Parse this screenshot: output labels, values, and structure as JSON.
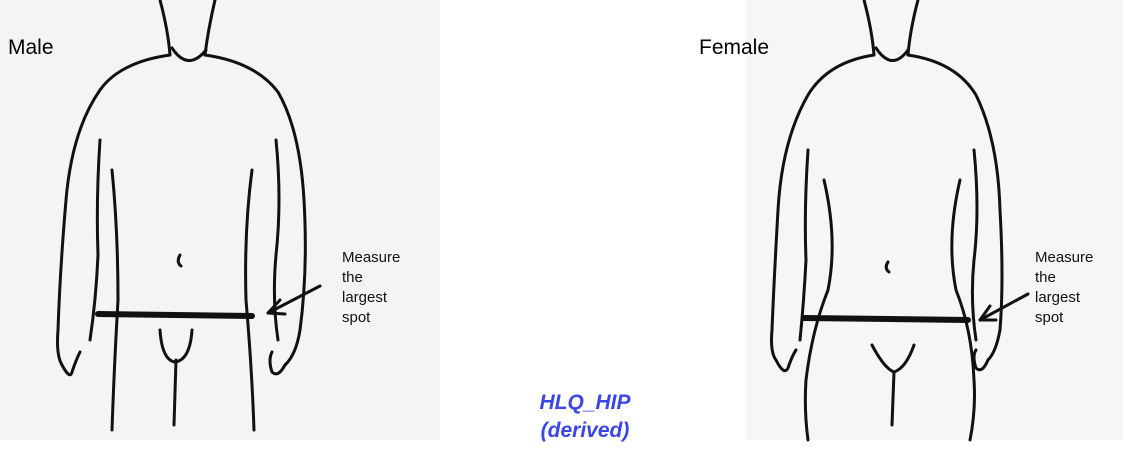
{
  "male_panel": {
    "title": "Male",
    "annotation": "Measure\nthe\nlargest\nspot"
  },
  "female_panel": {
    "title": "Female",
    "annotation": "Measure\nthe\nlargest\nspot"
  },
  "variable": {
    "name": "HLQ_HIP",
    "note": "(derived)",
    "color": "#3a46e8"
  }
}
